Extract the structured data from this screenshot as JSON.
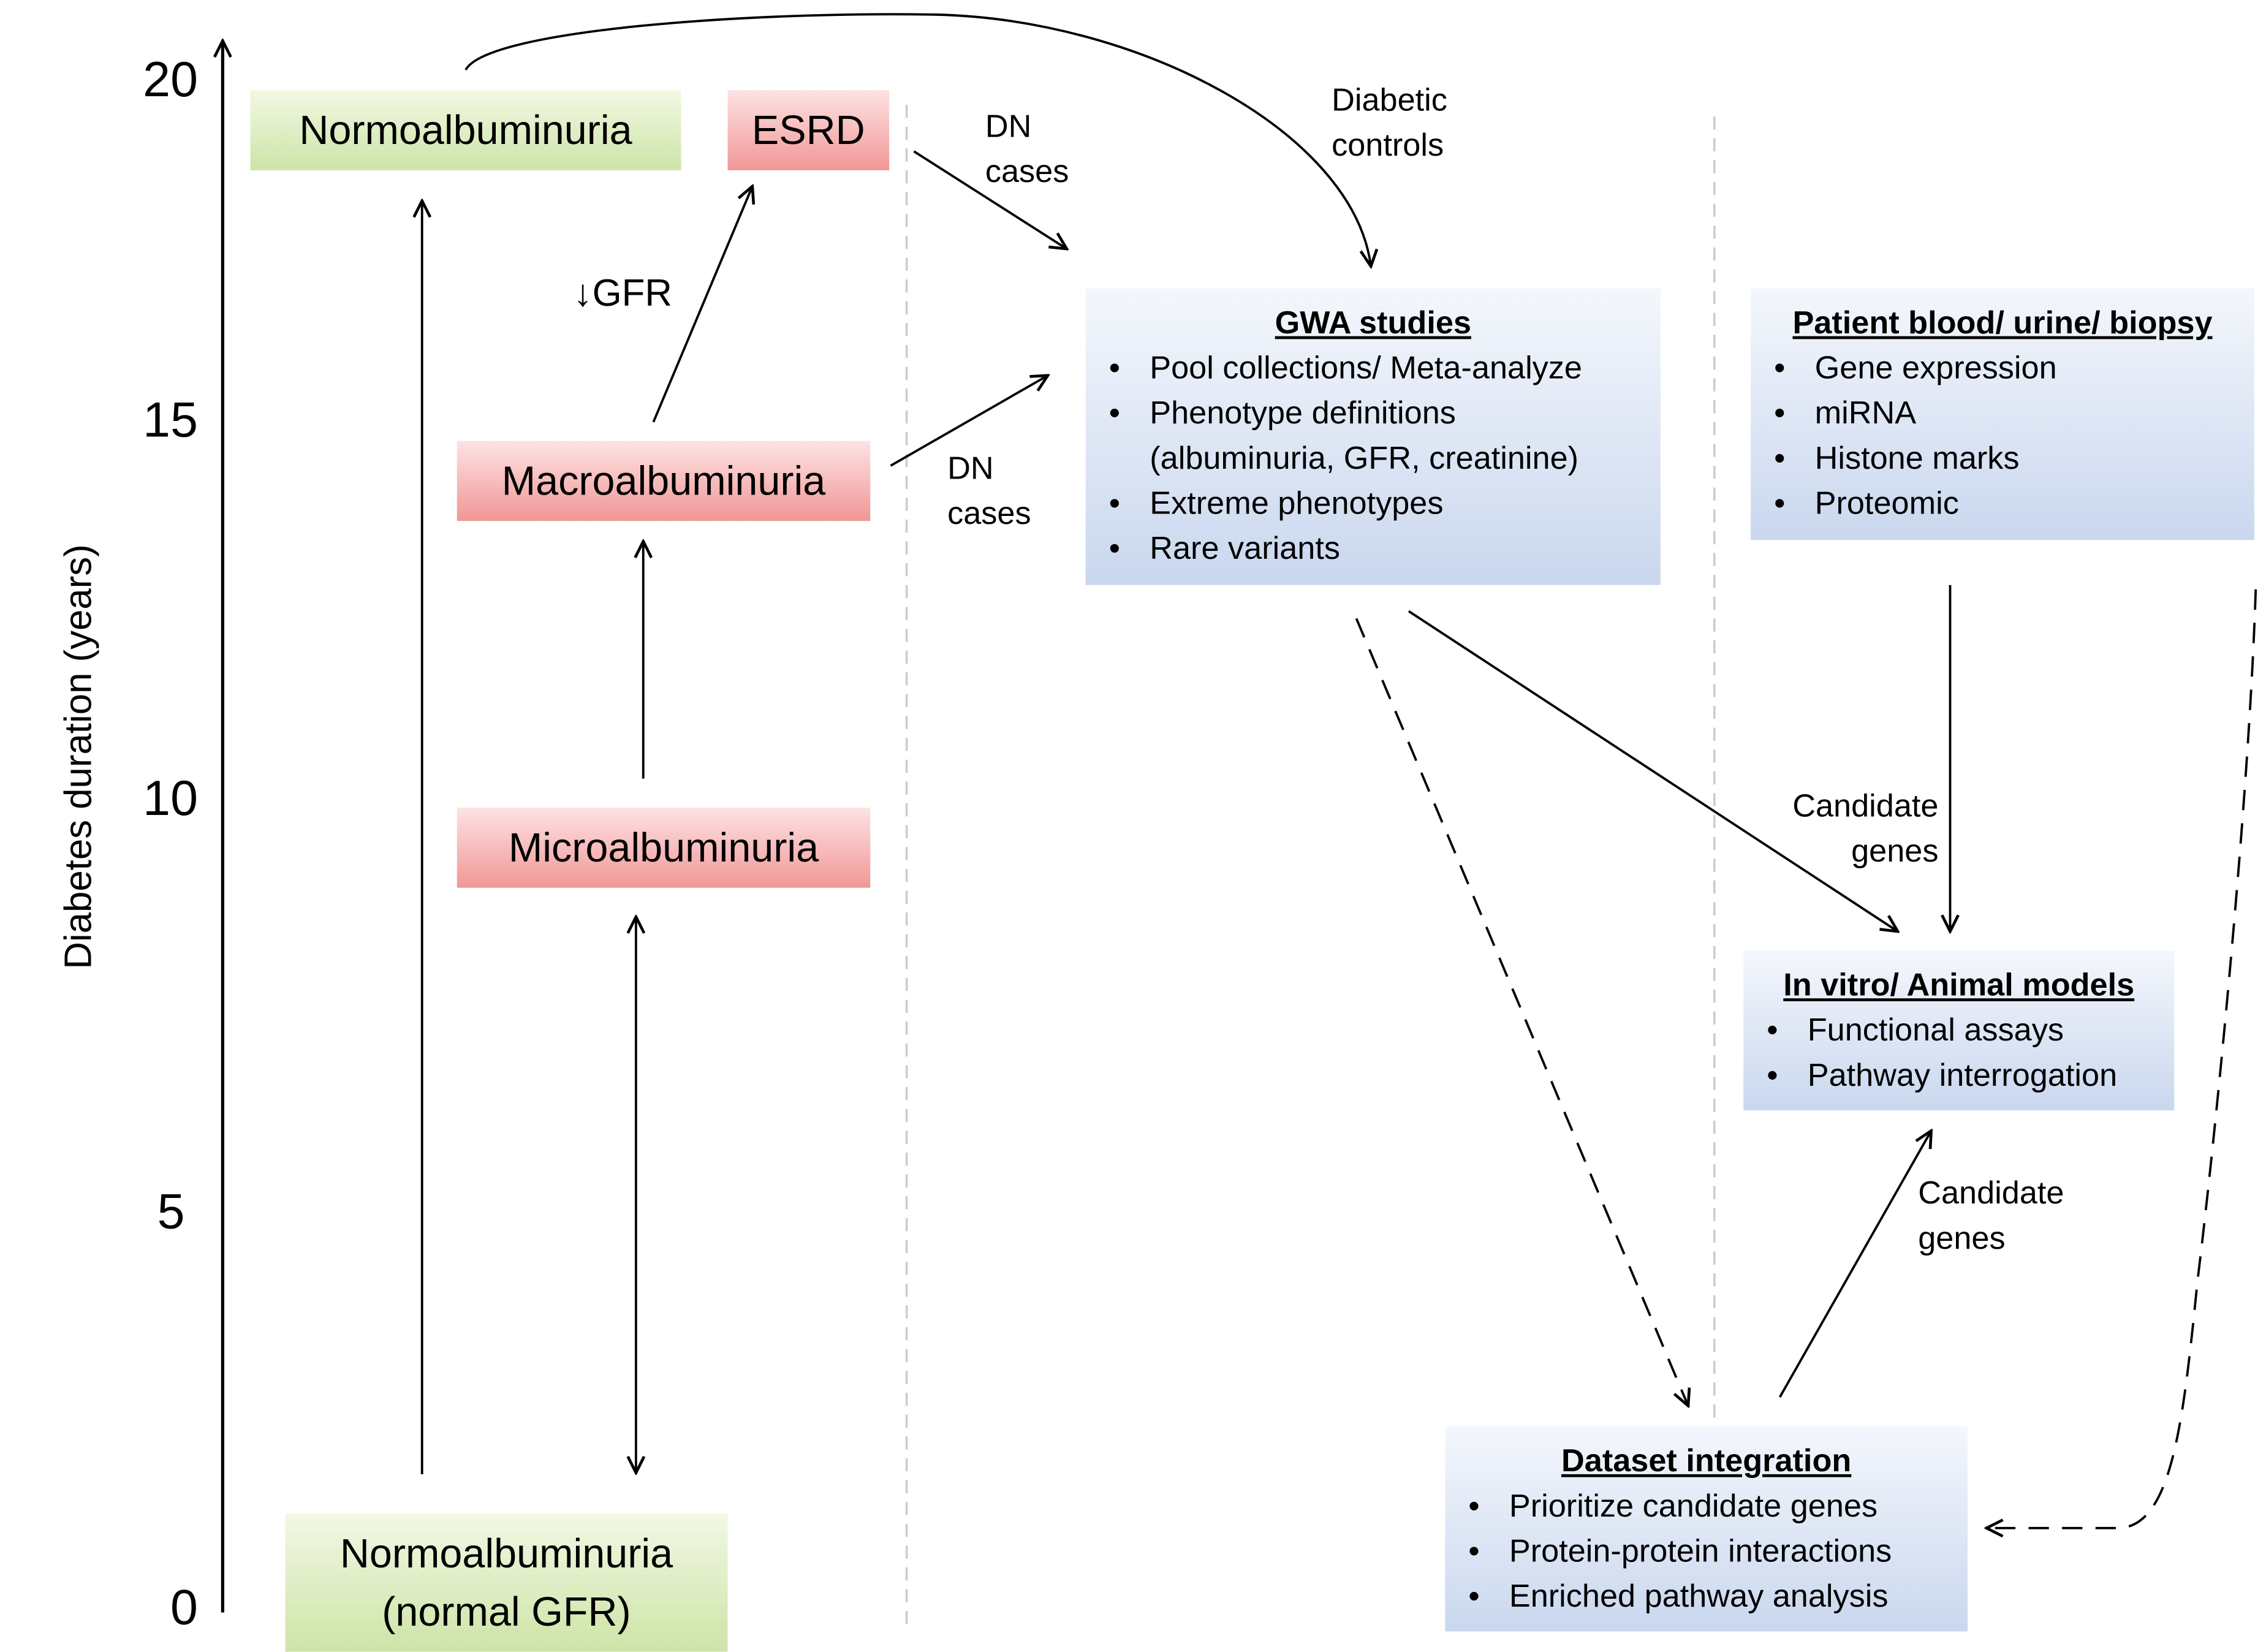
{
  "axis": {
    "label": "Diabetes duration (years)",
    "ticks": [
      "0",
      "5",
      "10",
      "15",
      "20"
    ]
  },
  "stages": {
    "normo_top": "Normoalbuminuria",
    "esrd": "ESRD",
    "macro": "Macroalbuminuria",
    "micro": "Microalbuminuria",
    "normo_bottom_line1": "Normoalbuminuria",
    "normo_bottom_line2": "(normal GFR)"
  },
  "labels": {
    "gfr": "↓GFR",
    "dn_cases_top": [
      "DN",
      "cases"
    ],
    "dn_cases_bottom": [
      "DN",
      "cases"
    ],
    "diabetic_controls": [
      "Diabetic",
      "controls"
    ],
    "candidate_genes_top": [
      "Candidate",
      "genes"
    ],
    "candidate_genes_bottom": [
      "Candidate",
      "genes"
    ]
  },
  "panels": {
    "gwa": {
      "title": "GWA studies",
      "items": [
        "Pool collections/ Meta-analyze",
        "Phenotype definitions (albuminuria, GFR, creatinine)",
        "Extreme phenotypes",
        "Rare variants"
      ]
    },
    "patient": {
      "title": "Patient blood/ urine/ biopsy",
      "items": [
        "Gene expression",
        "miRNA",
        "Histone marks",
        "Proteomic"
      ]
    },
    "invitro": {
      "title": "In vitro/ Animal models",
      "items": [
        "Functional assays",
        "Pathway interrogation"
      ]
    },
    "dataset": {
      "title": "Dataset integration",
      "items": [
        "Prioritize candidate genes",
        "Protein-protein interactions",
        "Enriched pathway analysis"
      ]
    }
  }
}
